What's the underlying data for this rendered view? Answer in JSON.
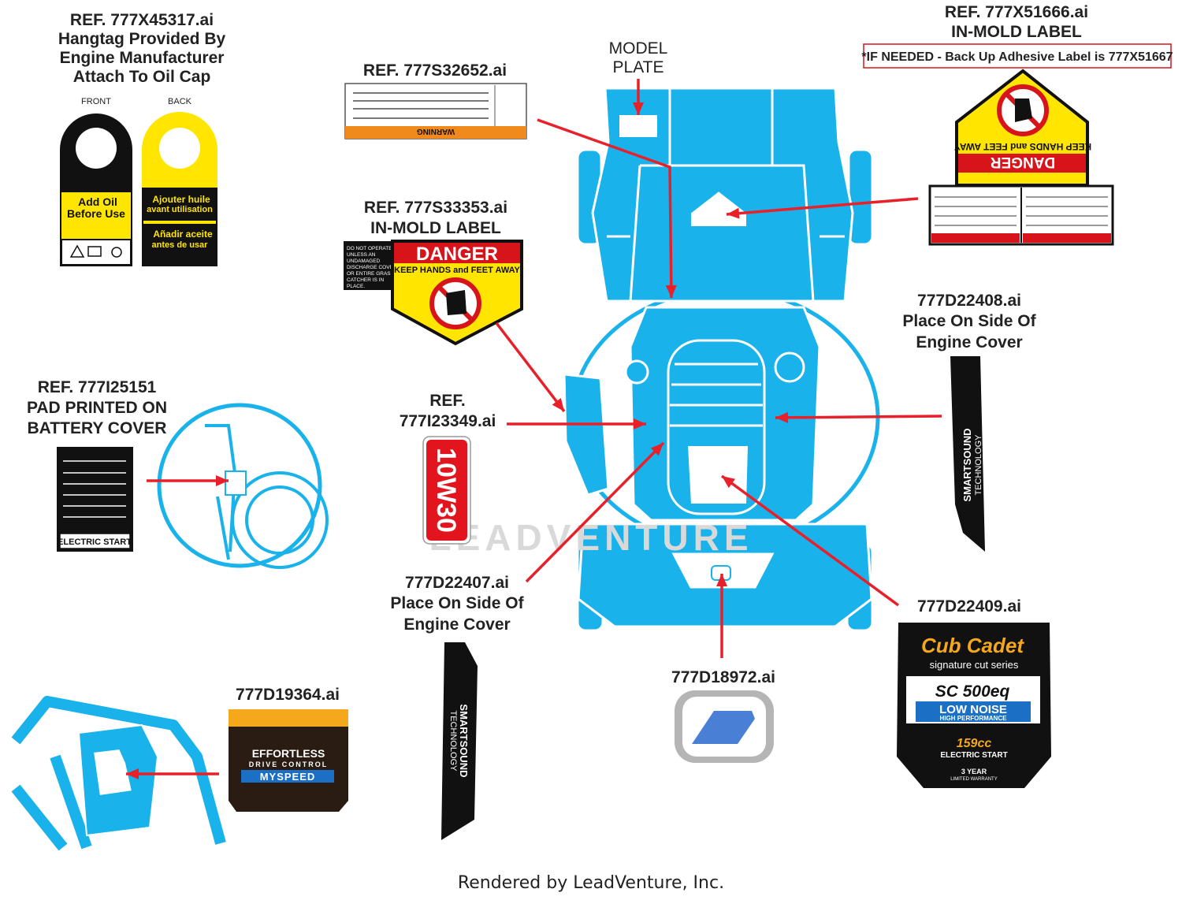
{
  "labels": {
    "hangtag": [
      "REF. 777X45317.ai",
      "Hangtag Provided By",
      "Engine Manufacturer",
      "Attach To Oil Cap"
    ],
    "hangtag_front": "FRONT",
    "hangtag_back": "BACK",
    "hangtag_en": [
      "Add Oil",
      "Before Use"
    ],
    "hangtag_fr": [
      "Ajouter huile",
      "avant utilisation"
    ],
    "hangtag_es": [
      "Añadir aceite",
      "antes de usar"
    ],
    "ref_32652": "REF. 777S32652.ai",
    "model_plate": [
      "MODEL",
      "PLATE"
    ],
    "ref_51666": [
      "REF. 777X51666.ai",
      "IN-MOLD LABEL"
    ],
    "backup_note": "*IF NEEDED - Back Up Adhesive Label is 777X51667",
    "ref_33353": [
      "REF. 777S33353.ai",
      "IN-MOLD LABEL"
    ],
    "danger_word": "DANGER",
    "keep_hands": "KEEP HANDS and FEET AWAY",
    "do_not_operate": [
      "DO NOT OPERATE",
      "UNLESS AN",
      "UNDAMAGED",
      "DISCHARGE COVER",
      "OR ENTIRE GRASS",
      "CATCHER IS IN",
      "PLACE."
    ],
    "ref_25151": [
      "REF. 777I25151",
      "PAD PRINTED ON",
      "BATTERY COVER"
    ],
    "electric_start": "ELECTRIC START",
    "ref_23349": [
      "REF.",
      "777I23349.ai"
    ],
    "oil_grade": "10W30",
    "d22408": [
      "777D22408.ai",
      "Place On Side Of",
      "Engine Cover"
    ],
    "smartsound": [
      "SMARTSOUND",
      "TECHNOLOGY"
    ],
    "d22407": [
      "777D22407.ai",
      "Place On Side Of",
      "Engine Cover"
    ],
    "d22409": "777D22409.ai",
    "d18972": "777D18972.ai",
    "d19364": "777D19364.ai",
    "effortless": [
      "EFFORTLESS",
      "DRIVE CONTROL",
      "MYSPEED"
    ],
    "cubcadet": {
      "brand": "Cub Cadet",
      "series": "signature cut series",
      "model": "SC 500eq",
      "noise": "LOW NOISE",
      "perf": "HIGH PERFORMANCE",
      "cc": "159cc",
      "start": "ELECTRIC START",
      "warranty": "3 YEAR",
      "warranty_sub": "LIMITED WARRANTY"
    },
    "warning_word": "WARNING",
    "watermark": "LEADVENTURE",
    "footer": "Rendered by LeadVenture, Inc."
  },
  "colors": {
    "mower_blue": "#1ab2ea",
    "arrow_red": "#e8202a",
    "danger_yellow": "#ffe500",
    "danger_red": "#d7141a",
    "oil_red": "#e2141d",
    "badge_gold": "#f5a81c",
    "badge_blue": "#1b6fc4"
  }
}
